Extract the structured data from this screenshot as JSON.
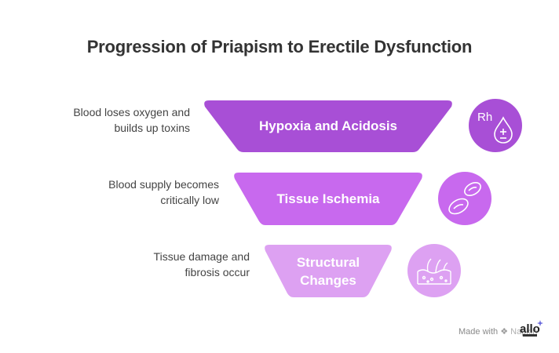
{
  "title": "Progression of Priapism to Erectile Dysfunction",
  "stages": [
    {
      "label": "Hypoxia and Acidosis",
      "description_line1": "Blood loses oxygen and",
      "description_line2": "builds up toxins",
      "color": "#A84FD6",
      "icon": "blood-drop-rh-icon",
      "icon_text": "Rh"
    },
    {
      "label": "Tissue Ischemia",
      "description_line1": "Blood supply becomes",
      "description_line2": "critically low",
      "color": "#C869EE",
      "icon": "red-blood-cells-icon"
    },
    {
      "label_line1": "Structural",
      "label_line2": "Changes",
      "description_line1": "Tissue damage and",
      "description_line2": "fibrosis occur",
      "color": "#DDA1F2",
      "icon": "skin-tissue-icon"
    }
  ],
  "footer": {
    "made_with": "Made with",
    "brand": "Napkin"
  },
  "logo_text": "allo"
}
